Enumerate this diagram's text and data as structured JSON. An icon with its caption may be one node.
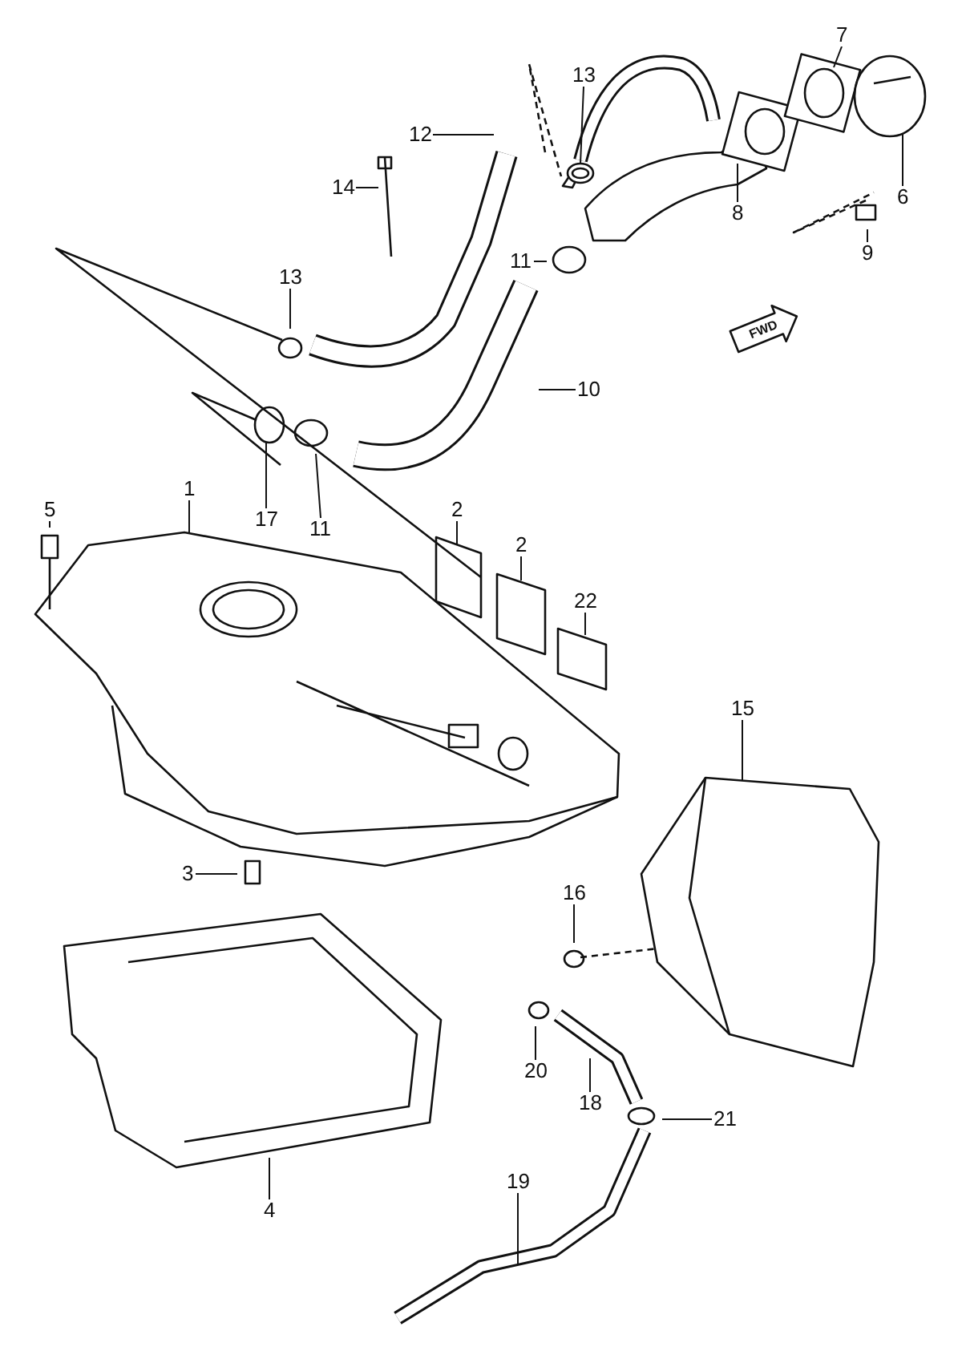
{
  "diagram": {
    "nodes": [
      {
        "text": [
          "7"
        ]
      },
      {
        "text": [
          "13"
        ]
      },
      {
        "text": [
          "12"
        ]
      },
      {
        "text": [
          "14"
        ]
      },
      {
        "text": [
          "6"
        ]
      },
      {
        "text": [
          "8"
        ]
      },
      {
        "text": [
          "9"
        ]
      },
      {
        "text": [
          "11"
        ]
      },
      {
        "text": [
          "13"
        ]
      },
      {
        "text": [
          "10"
        ]
      },
      {
        "text": [
          "5"
        ]
      },
      {
        "text": [
          "1"
        ]
      },
      {
        "text": [
          "2"
        ]
      },
      {
        "text": [
          "17"
        ]
      },
      {
        "text": [
          "11"
        ]
      },
      {
        "text": [
          "2"
        ]
      },
      {
        "text": [
          "22"
        ]
      },
      {
        "text": [
          "15"
        ]
      },
      {
        "text": [
          "3"
        ]
      },
      {
        "text": [
          "16"
        ]
      },
      {
        "text": [
          "20"
        ]
      },
      {
        "text": [
          "18"
        ]
      },
      {
        "text": [
          "21"
        ]
      },
      {
        "text": [
          "4"
        ]
      },
      {
        "text": [
          "19"
        ]
      },
      {
        "text": [],
        "shape": "picture"
      },
      {
        "text": [],
        "shape": "picture"
      },
      {
        "text": [],
        "shape": "picture"
      },
      {
        "text": [],
        "shape": "picture"
      }
    ],
    "edges": [
      {
        "from": 0,
        "to": null,
        "arrow": "none"
      },
      {
        "from": 1,
        "to": 25,
        "arrow": "none"
      },
      {
        "from": 2,
        "to": null,
        "arrow": "none"
      },
      {
        "from": 3,
        "to": null,
        "arrow": "none"
      },
      {
        "from": 4,
        "to": 26,
        "arrow": "none"
      },
      {
        "from": 5,
        "to": null,
        "arrow": "none"
      },
      {
        "from": 6,
        "to": null,
        "arrow": "none"
      },
      {
        "from": 7,
        "to": null,
        "arrow": "none"
      },
      {
        "from": 8,
        "to": null,
        "arrow": "none"
      },
      {
        "from": 9,
        "to": null,
        "arrow": "none"
      },
      {
        "from": 10,
        "to": null,
        "arrow": "none"
      },
      {
        "from": 11,
        "to": null,
        "arrow": "none"
      },
      {
        "from": 12,
        "to": null,
        "arrow": "none"
      },
      {
        "from": 13,
        "to": 27,
        "arrow": "none"
      },
      {
        "from": 14,
        "to": null,
        "arrow": "none"
      },
      {
        "from": 15,
        "to": null,
        "arrow": "none"
      },
      {
        "from": 16,
        "to": null,
        "arrow": "none"
      },
      {
        "from": 17,
        "to": 28,
        "arrow": "none"
      },
      {
        "from": 18,
        "to": null,
        "arrow": "none"
      },
      {
        "from": 19,
        "to": null,
        "arrow": "none"
      },
      {
        "from": 20,
        "to": null,
        "arrow": "none"
      },
      {
        "from": 21,
        "to": null,
        "arrow": "none"
      },
      {
        "from": 22,
        "to": null,
        "arrow": "none"
      },
      {
        "from": 23,
        "to": null,
        "arrow": "none"
      },
      {
        "from": 24,
        "to": null,
        "arrow": "none"
      }
    ],
    "labels": [
      "FWD"
    ]
  }
}
